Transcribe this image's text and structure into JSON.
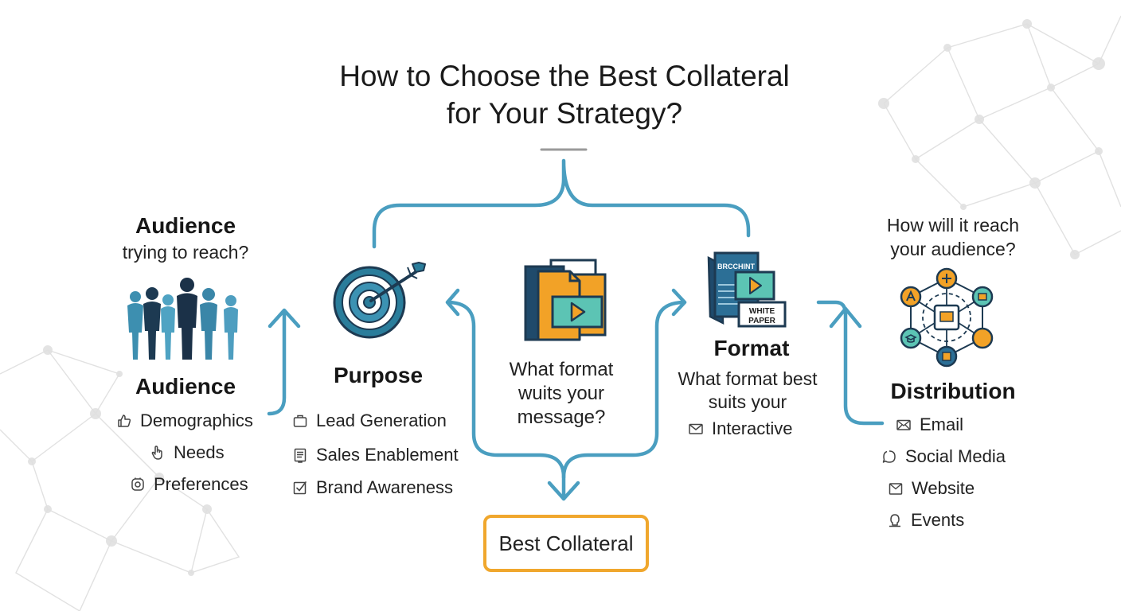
{
  "title": {
    "line1": "How to Choose the Best Collateral",
    "line2": "for Your Strategy?"
  },
  "colors": {
    "flow": "#4a9ec0",
    "teal": "#2f7f9c",
    "navy": "#1f3f5b",
    "orange": "#f2a227",
    "mint": "#5cc4b4"
  },
  "audience": {
    "question_title": "Audience",
    "question_sub": "trying to reach?",
    "heading": "Audience",
    "items": [
      {
        "label": "Demographics",
        "icon": "thumb-icon"
      },
      {
        "label": "Needs",
        "icon": "hand-icon"
      },
      {
        "label": "Preferences",
        "icon": "gear-icon"
      }
    ]
  },
  "purpose": {
    "heading": "Purpose",
    "items": [
      {
        "label": "Lead Generation",
        "icon": "briefcase-icon"
      },
      {
        "label": "Sales Enablement",
        "icon": "document-icon"
      },
      {
        "label": "Brand Awareness",
        "icon": "checkbox-icon"
      }
    ]
  },
  "message": {
    "line1": "What format",
    "line2": "wuits your",
    "line3": "message?"
  },
  "format": {
    "brochure_label": "BRCCHINT",
    "paper_label_1": "WHITE",
    "paper_label_2": "PAPER",
    "heading": "Format",
    "sub1": "What format best",
    "sub2": "suits your",
    "items": [
      {
        "label": "Interactive",
        "icon": "envelope-icon"
      }
    ]
  },
  "distribution": {
    "question1": "How will it reach",
    "question2": "your audience?",
    "heading": "Distribution",
    "items": [
      {
        "label": "Email",
        "icon": "envelope-icon"
      },
      {
        "label": "Social Media",
        "icon": "chat-icon"
      },
      {
        "label": "Website",
        "icon": "mail-check-icon"
      },
      {
        "label": "Events",
        "icon": "ticket-icon"
      }
    ]
  },
  "result": {
    "label": "Best Collateral"
  }
}
